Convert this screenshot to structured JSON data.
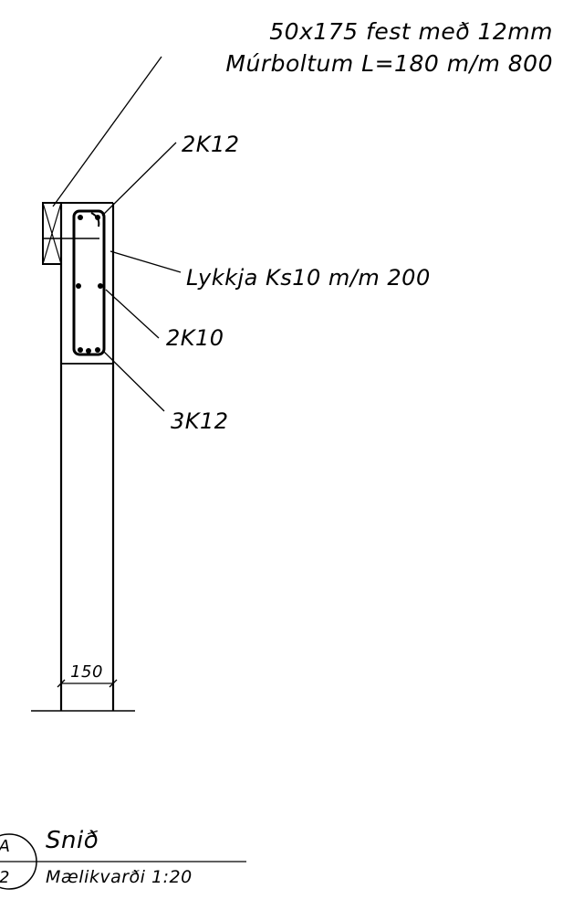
{
  "annotations": {
    "timber_line1": "50x175 fest með 12mm",
    "timber_line2": "Múrboltum L=180 m/m 800",
    "top_bars": "2K12",
    "stirrup": "Lykkja Ks10 m/m 200",
    "middle_bars": "2K10",
    "bottom_bars": "3K12"
  },
  "dimension": {
    "wall_width": "150"
  },
  "title_block": {
    "section_id": "A",
    "sheet_ref": "2",
    "title": "Snið",
    "scale": "Mælikvarði 1:20"
  },
  "colors": {
    "ink": "#000000",
    "paper": "#ffffff"
  }
}
